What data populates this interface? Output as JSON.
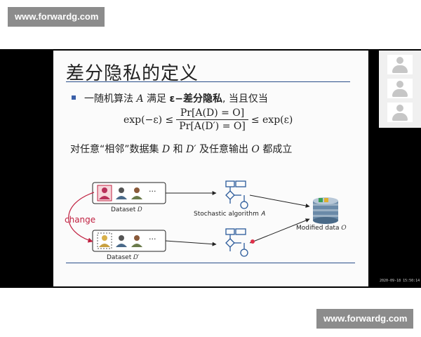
{
  "watermark": {
    "text": "www.forwardg.com"
  },
  "slide": {
    "title": "差分隐私的定义",
    "line1": {
      "prefix": "一随机算法 ",
      "algo": "A",
      "middle": " 满足 ",
      "term": "ε−差分隐私",
      "suffix": ", 当且仅当"
    },
    "formula": {
      "left": "exp(−ε) ≤",
      "numerator": "Pr[A(D) = O]",
      "denominator": "Pr[A(D′) = O]",
      "right": "≤ exp(ε)"
    },
    "line2": {
      "p1": "对任意“相邻”数据集 ",
      "d": "D",
      "p2": " 和 ",
      "dprime": "D′",
      "p3": " 及任意输出 ",
      "o": "O",
      "p4": " 都成立"
    },
    "diagram": {
      "dataset_d": "Dataset 𝐷",
      "dataset_dprime": "Dataset 𝐷′",
      "change": "change",
      "algorithm": "Stochastic algorithm 𝐴",
      "output": "Modified data 𝑂",
      "ellipsis": "···"
    }
  },
  "timestamp": "2020-09-18 15:50:14",
  "colors": {
    "accent_blue": "#2a4f8a",
    "change_red": "#c02040",
    "watermark_gray": "#8c8c8c"
  },
  "icons": [
    "person-icon",
    "flowchart-icon",
    "database-icon",
    "arrow-icon"
  ]
}
